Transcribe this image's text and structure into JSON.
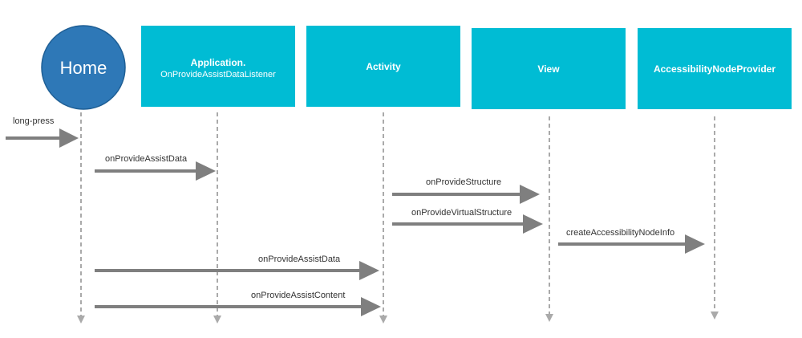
{
  "colors": {
    "box": "#00bcd4",
    "home_circle": "#2e78b7",
    "arrow": "#7f7f7f",
    "lifeline": "#aaaaaa"
  },
  "participants": {
    "home": {
      "label": "Home"
    },
    "application": {
      "title": "Application.",
      "subtitle": "OnProvideAssistDataListener"
    },
    "activity": {
      "title": "Activity"
    },
    "view": {
      "title": "View"
    },
    "provider": {
      "title": "AccessibilityNodeProvider"
    }
  },
  "messages": [
    {
      "label": "long-press",
      "from": "external",
      "to": "home"
    },
    {
      "label": "onProvideAssistData",
      "from": "home",
      "to": "application"
    },
    {
      "label": "onProvideStructure",
      "from": "activity",
      "to": "view"
    },
    {
      "label": "onProvideVirtualStructure",
      "from": "activity",
      "to": "view"
    },
    {
      "label": "createAccessibilityNodeInfo",
      "from": "view",
      "to": "provider"
    },
    {
      "label": "onProvideAssistData",
      "from": "home",
      "to": "activity"
    },
    {
      "label": "onProvideAssistContent",
      "from": "home",
      "to": "activity"
    }
  ]
}
